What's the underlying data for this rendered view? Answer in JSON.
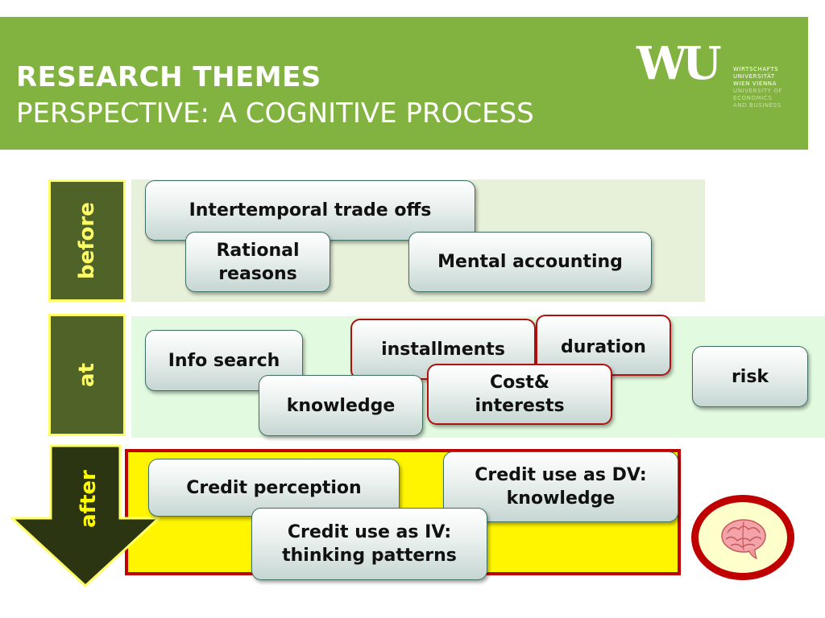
{
  "header": {
    "title_line1": "RESEARCH THEMES",
    "title_line2": "PERSPECTIVE: A COGNITIVE PROCESS",
    "logo": {
      "letters": "WU",
      "lines": [
        "WIRTSCHAFTS",
        "UNIVERSITÄT",
        "WIEN VIENNA",
        "UNIVERSITY OF",
        "ECONOMICS",
        "AND BUSINESS"
      ]
    }
  },
  "stages": {
    "before": "before",
    "at": "at",
    "after": "after"
  },
  "nodes": {
    "intertemporal": "Intertemporal trade offs",
    "rational": "Rational\nreasons",
    "mental": "Mental accounting",
    "info_search": "Info search",
    "installments": "installments",
    "duration": "duration",
    "risk": "risk",
    "knowledge": "knowledge",
    "cost": "Cost&\ninterests",
    "credit_perception": "Credit perception",
    "credit_dv": "Credit use as DV:\nknowledge",
    "credit_iv": "Credit use as IV:\nthinking patterns"
  },
  "colors": {
    "header_green": "#82b23f",
    "stage_olive": "#4f6228",
    "highlight_yellow": "#ffff66",
    "accent_red": "#c00000",
    "after_band_yellow": "#fff500"
  },
  "icons": {
    "brain": "brain-icon",
    "arrow": "down-arrow-icon"
  }
}
